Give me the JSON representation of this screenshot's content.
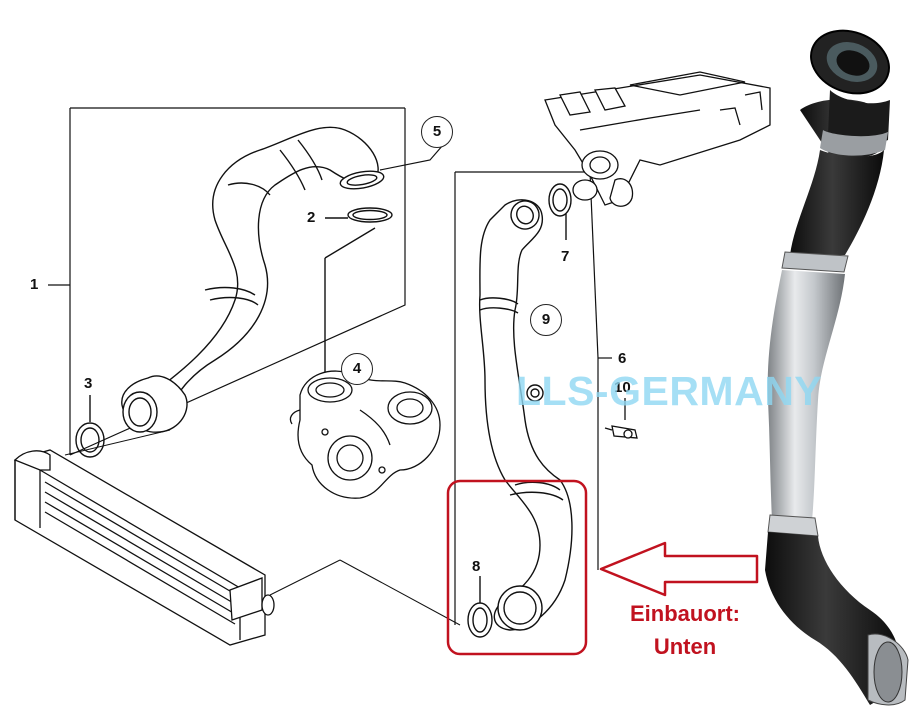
{
  "labels": {
    "n1": "1",
    "n2": "2",
    "n3": "3",
    "n4": "4",
    "n5": "5",
    "n6": "6",
    "n7": "7",
    "n8": "8",
    "n9": "9",
    "n10": "10"
  },
  "watermark": "LLS-GERMANY",
  "install_note": {
    "line1": "Einbauort:",
    "line2": "Unten"
  },
  "colors": {
    "highlight": "#c1121f",
    "watermark": "#8fd8f3"
  }
}
